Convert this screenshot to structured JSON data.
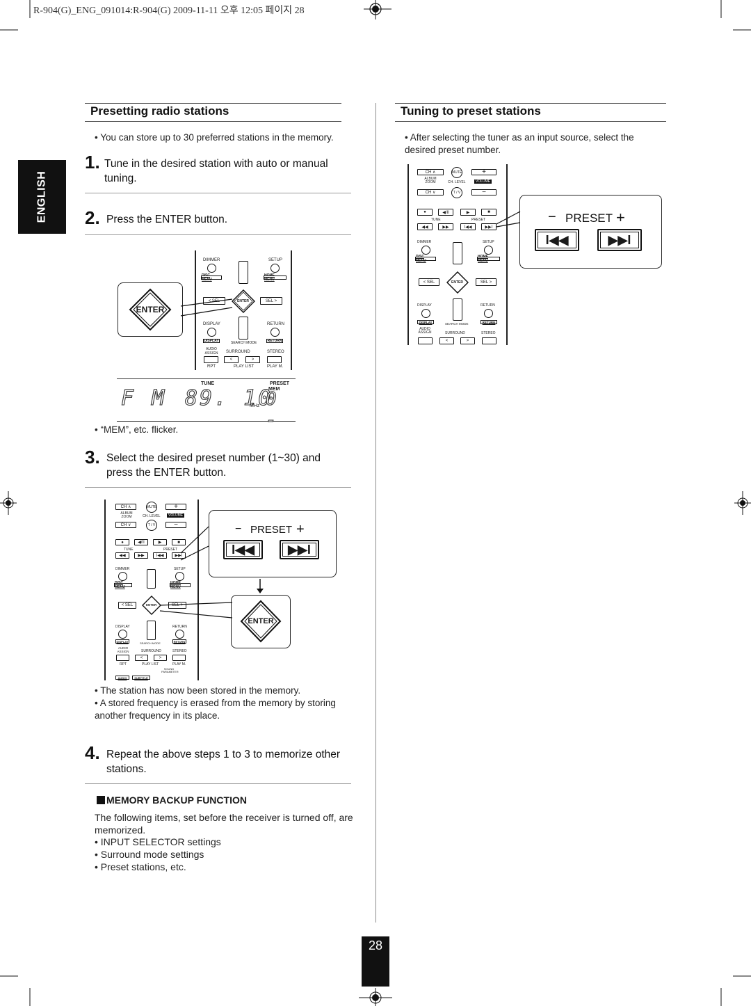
{
  "header": {
    "file_line": "R-904(G)_ENG_091014:R-904(G)  2009-11-11  오후 12:05  페이지 28"
  },
  "side_tab": {
    "label": "ENGLISH"
  },
  "left": {
    "title": "Presetting radio stations",
    "intro": "• You can store up to 30 preferred stations in the memory.",
    "step1": {
      "num": "1.",
      "text": "Tune in the desired station with auto or manual tuning."
    },
    "step2": {
      "num": "2.",
      "text": "Press the ENTER button."
    },
    "display": {
      "tune": "TUNE",
      "preset": "PRESET",
      "mem": "MEM",
      "band": "F M",
      "freq": "89. 10",
      "mhz": "MHz",
      "preset_digits": "0 -"
    },
    "note_mem": "• “MEM”, etc. flicker.",
    "step3": {
      "num": "3.",
      "text": "Select the desired preset number (1~30) and press the ENTER button."
    },
    "notes3": [
      "• The station has now been stored in the memory.",
      "• A stored frequency is erased from the memory by storing another frequency in its place."
    ],
    "step4": {
      "num": "4.",
      "text": "Repeat the above steps 1 to 3 to memorize other stations."
    },
    "memory": {
      "heading": "MEMORY BACKUP FUNCTION",
      "text": "The following items, set before the receiver is turned off, are memorized.",
      "items": [
        "• INPUT SELECTOR settings",
        "• Surround mode settings",
        "• Preset stations, etc."
      ]
    }
  },
  "right": {
    "title": "Tuning to preset stations",
    "intro": "• After selecting the tuner as an input source, select the desired preset number."
  },
  "remote": {
    "dimmer": "DIMMER",
    "setup": "SETUP",
    "disc_menu": "DISC MENU",
    "home_menu": "HOME MENU",
    "sel_left": "< SEL",
    "enter": "ENTER",
    "sel_right": "SEL >",
    "display": "DISPLAY",
    "return": "RETURN",
    "display_btn": "DISPLAY",
    "search_mode": "SEARCH MODE",
    "return_btn": "RETURN",
    "audio_assign": "AUDIO ASSIGN",
    "surround": "SURROUND",
    "stereo": "STEREO",
    "lt": "<",
    "gt": ">",
    "rpt": "RPT",
    "play_list": "PLAY LIST",
    "play_m": "PLAY M.",
    "ch_up": "CH ∧",
    "mute": "MUTE",
    "plus": "+",
    "album_zoom": "ALBUM ZOOM",
    "ch_level": "CH. LEVEL",
    "volume": "VOLUME",
    "ch_down": "CH ∨",
    "tv": "T / V",
    "minus": "−",
    "tune": "TUNE",
    "preset_small": "PRESET",
    "sound_param": "SOUND PARAMETER",
    "audio": "AUDIO",
    "subtitle": "SUBTITLE"
  },
  "callouts": {
    "enter": "ENTER",
    "preset": "PRESET",
    "minus": "−",
    "plus": "+"
  },
  "page_number": "28"
}
